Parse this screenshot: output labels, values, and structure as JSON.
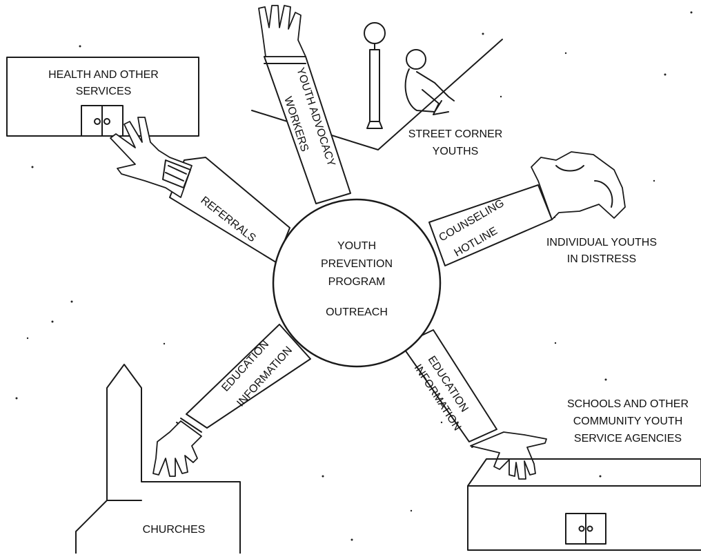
{
  "center": {
    "line1": "YOUTH",
    "line2": "PREVENTION",
    "line3": "PROGRAM",
    "line4": "OUTREACH"
  },
  "arms": {
    "youth_advocacy_1": "YOUTH ADVOCACY",
    "youth_advocacy_2": "WORKERS",
    "referrals": "REFERRALS",
    "counseling_1": "COUNSELING",
    "counseling_2": "HOTLINE",
    "edu_left_1": "EDUCATION",
    "edu_left_2": "INFORMATION",
    "edu_right_1": "EDUCATION",
    "edu_right_2": "INFORMATION"
  },
  "targets": {
    "health_1": "HEALTH AND OTHER",
    "health_2": "SERVICES",
    "street_1": "STREET CORNER",
    "street_2": "YOUTHS",
    "individual_1": "INDIVIDUAL YOUTHS",
    "individual_2": "IN DISTRESS",
    "schools_1": "SCHOOLS AND OTHER",
    "schools_2": "COMMUNITY YOUTH",
    "schools_3": "SERVICE AGENCIES",
    "churches": "CHURCHES"
  },
  "icons": [
    "street-lamp-icon",
    "sitting-youth-icon",
    "open-hand-icon",
    "pointing-hand-icon",
    "fist-icon",
    "door-icon",
    "church-building-icon",
    "school-building-icon"
  ],
  "colors": {
    "ink": "#1a1a1a",
    "paper": "#ffffff"
  }
}
